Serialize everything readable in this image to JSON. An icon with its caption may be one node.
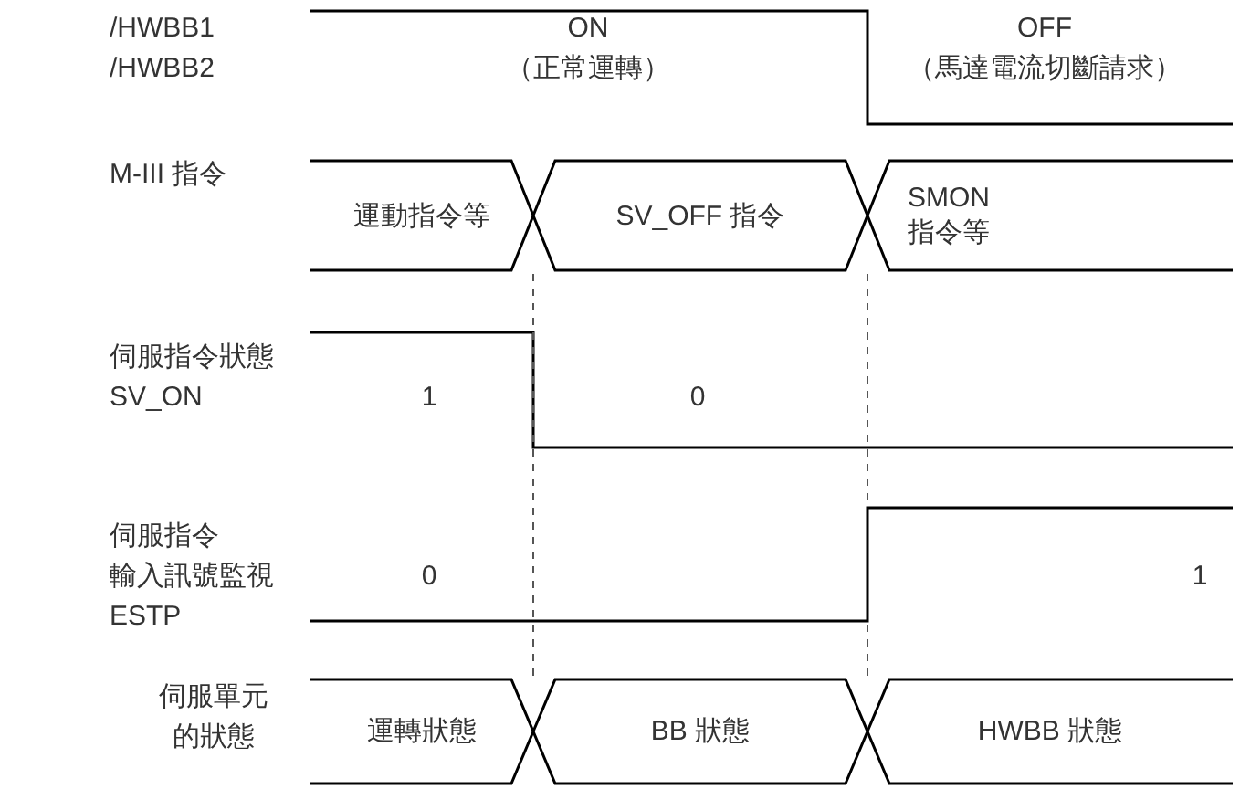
{
  "diagram": {
    "nodes": [
      {
        "text": [
          "運動指令等"
        ]
      },
      {
        "text": [
          "SV_OFF 指令"
        ]
      },
      {
        "text": [
          "SMON 指令等"
        ]
      },
      {
        "text": [
          "運轉狀態"
        ]
      },
      {
        "text": [
          "BB 狀態"
        ]
      },
      {
        "text": [
          "HWBB 狀態"
        ]
      }
    ],
    "labels": [
      "/HWBB1",
      "/HWBB2",
      "ON",
      "（正常運轉）",
      "OFF",
      "（馬達電流切斷請求）",
      "M-III 指令",
      "伺服指令狀態",
      "SV_ON",
      "1",
      "0",
      "伺服指令",
      "輸入訊號監視",
      "ESTP",
      "0",
      "1",
      "伺服單元",
      "的狀態"
    ]
  }
}
